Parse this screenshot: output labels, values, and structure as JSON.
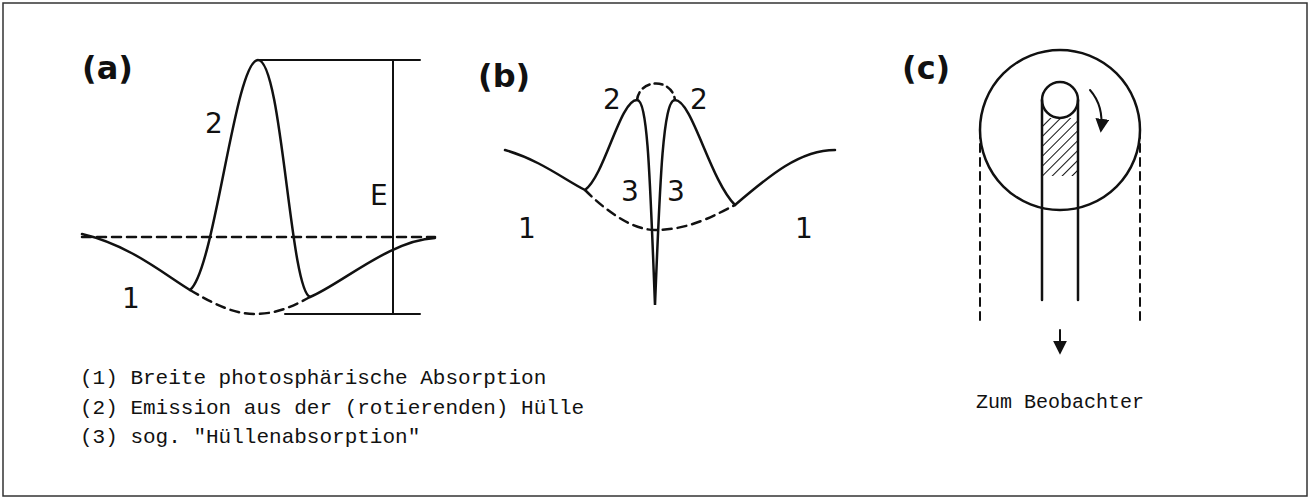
{
  "diagram": {
    "labels": [
      "(a)",
      "2",
      "E",
      "1",
      "(b)",
      "2",
      "2",
      "3",
      "3",
      "1",
      "1",
      "(c)",
      "(1) Breite photosphärische Absorption",
      "(2) Emission aus der (rotierenden) Hülle",
      "(3) sog. \"Hüllenabsorption\"",
      "Zum Beobachter"
    ]
  }
}
